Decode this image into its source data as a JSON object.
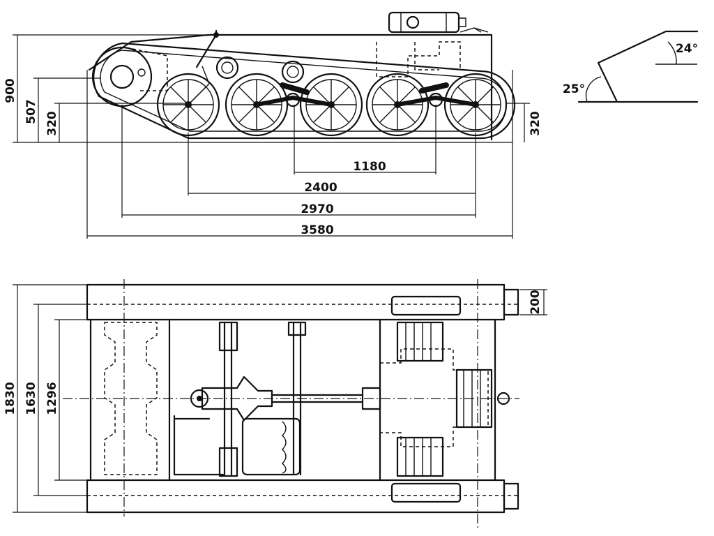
{
  "side_view": {
    "height_labels": [
      "900",
      "507",
      "320"
    ],
    "right_height_label": "320",
    "length_labels": [
      "1180",
      "2400",
      "2970",
      "3580"
    ]
  },
  "angle_detail": {
    "upper_angle": "24°",
    "lower_angle": "25°"
  },
  "top_view": {
    "width_labels": [
      "1830",
      "1630",
      "1296"
    ],
    "track_width_label": "200"
  }
}
